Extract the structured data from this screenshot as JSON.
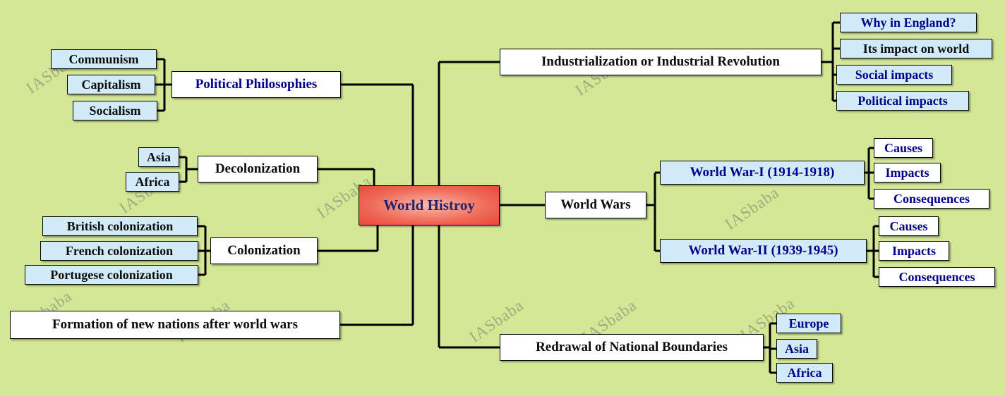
{
  "colors": {
    "background": "#d3e795",
    "child_node_bg": "#d2ebf8",
    "branch_node_bg": "#ffffff",
    "node_border": "#000000",
    "center_gradient_inner": "#f9b8ae",
    "center_gradient_outer": "#e8483a",
    "navy_text": "#00008b",
    "dark_text": "#0d0d0d",
    "watermark_text": "#6f6f6f"
  },
  "watermark": {
    "text": "IASbaba"
  },
  "center": {
    "label": "World Histroy"
  },
  "left": {
    "political_philosophies": {
      "label": "Political Philosophies",
      "children": [
        "Communism",
        "Capitalism",
        "Socialism"
      ]
    },
    "decolonization": {
      "label": "Decolonization",
      "children": [
        "Asia",
        "Africa"
      ]
    },
    "colonization": {
      "label": "Colonization",
      "children": [
        "British colonization",
        "French colonization",
        "Portugese colonization"
      ]
    },
    "formation": {
      "label": "Formation of new nations after world wars"
    }
  },
  "right": {
    "industrialization": {
      "label": "Industrialization or Industrial Revolution",
      "children": [
        "Why in England?",
        "Its impact on world",
        "Social impacts",
        "Political impacts"
      ]
    },
    "world_wars": {
      "label": "World Wars",
      "children": [
        {
          "label": "World War-I (1914-1918)",
          "children": [
            "Causes",
            "Impacts",
            "Consequences"
          ]
        },
        {
          "label": "World War-II (1939-1945)",
          "children": [
            "Causes",
            "Impacts",
            "Consequences"
          ]
        }
      ]
    },
    "redrawal": {
      "label": "Redrawal of National Boundaries",
      "children": [
        "Europe",
        "Asia",
        "Africa"
      ]
    }
  }
}
